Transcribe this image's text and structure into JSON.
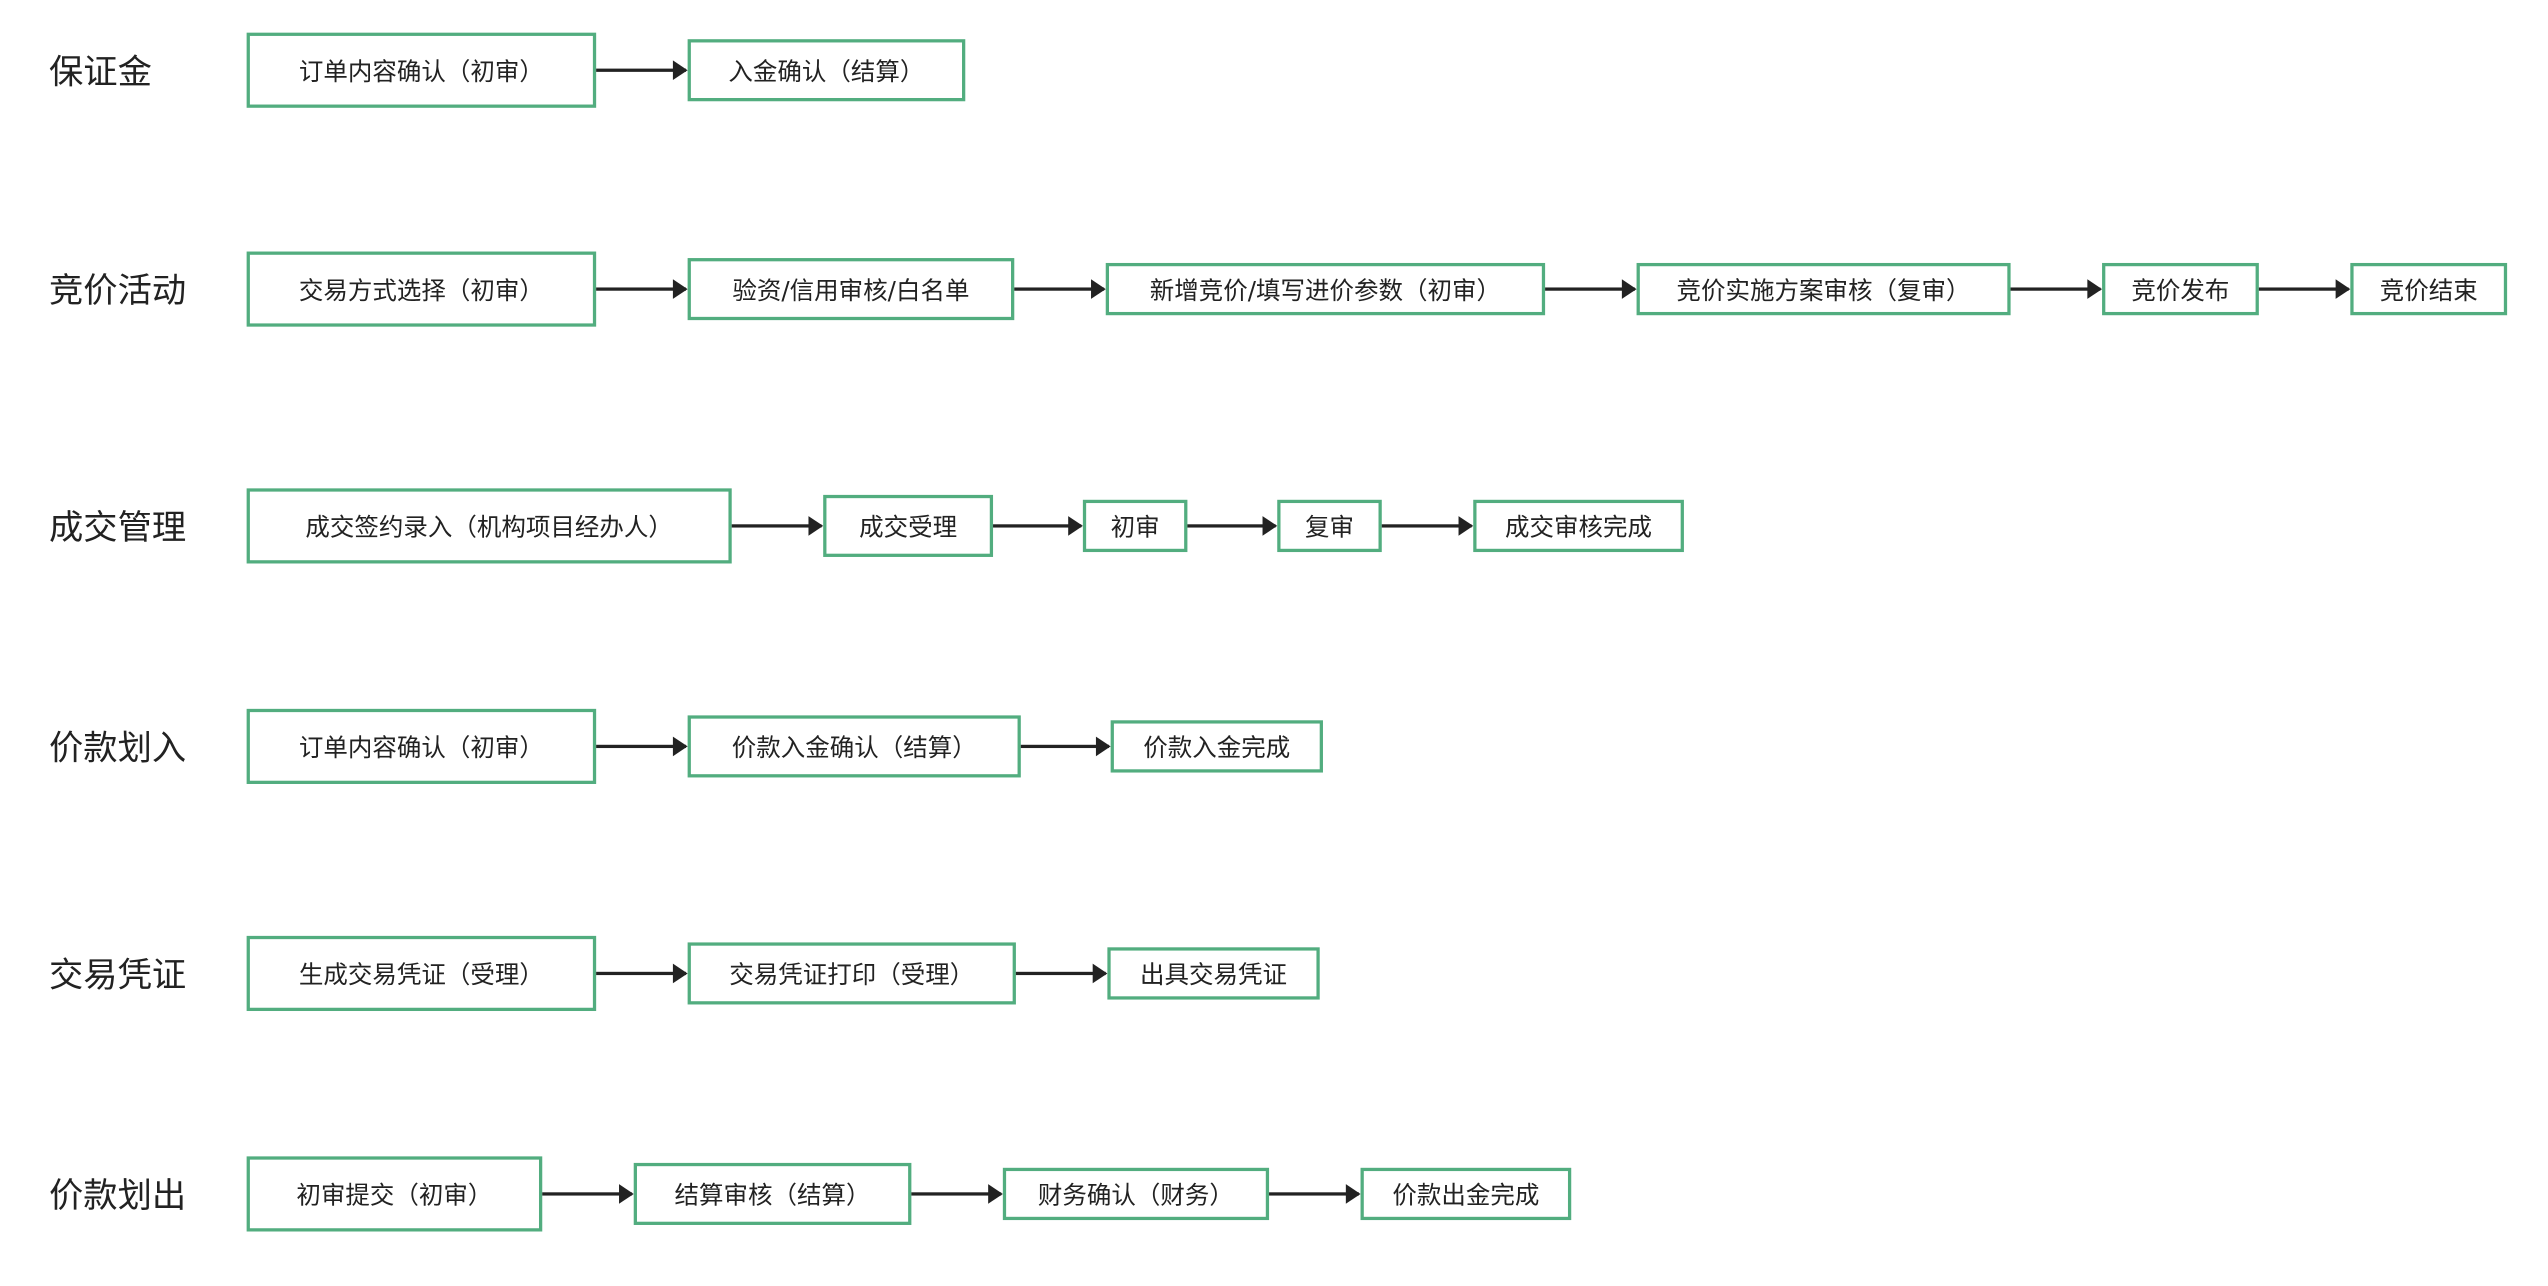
{
  "rows": [
    {
      "label": "保证金",
      "steps": [
        "订单内容确认（初审）",
        "入金确认（结算）"
      ]
    },
    {
      "label": "竞价活动",
      "steps": [
        "交易方式选择（初审）",
        "验资/信用审核/白名单",
        "新增竞价/填写进价参数（初审）",
        "竞价实施方案审核（复审）",
        "竞价发布",
        "竞价结束"
      ]
    },
    {
      "label": "成交管理",
      "steps": [
        "成交签约录入（机构项目经办人）",
        "成交受理",
        "初审",
        "复审",
        "成交审核完成"
      ]
    },
    {
      "label": "价款划入",
      "steps": [
        "订单内容确认（初审）",
        "价款入金确认（结算）",
        "价款入金完成"
      ]
    },
    {
      "label": "交易凭证",
      "steps": [
        "生成交易凭证（受理）",
        "交易凭证打印（受理）",
        "出具交易凭证"
      ]
    },
    {
      "label": "价款划出",
      "steps": [
        "初审提交（初审）",
        "结算审核（结算）",
        "财务确认（财务）",
        "价款出金完成"
      ]
    }
  ],
  "colors": {
    "border": "#52ad7f",
    "arrow": "#222222"
  }
}
